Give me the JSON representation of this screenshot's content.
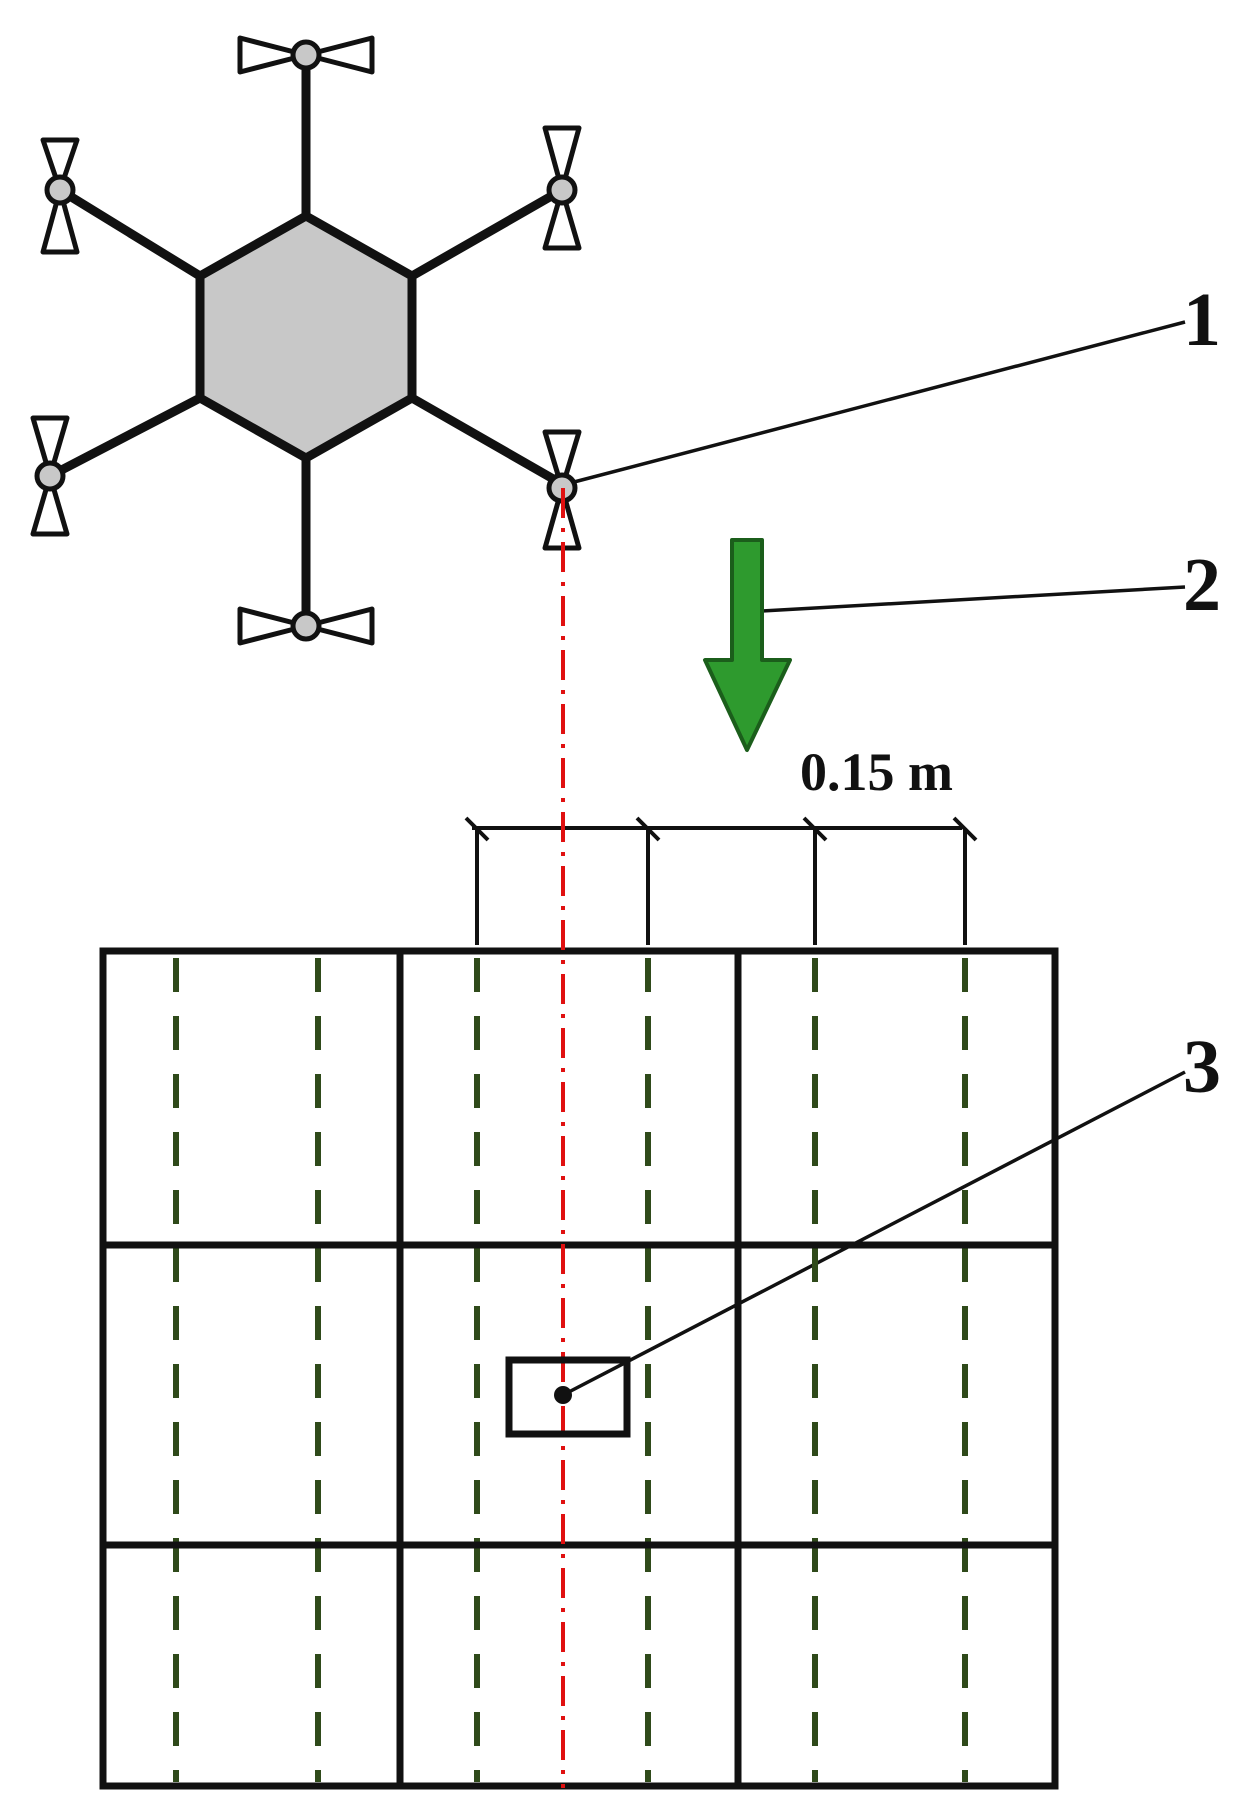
{
  "labels": {
    "rotor_callout": "1",
    "arrow_callout": "2",
    "target_callout": "3",
    "spacing_dimension": "0.15 m"
  },
  "colors": {
    "hub_fill": "#c8c8c8",
    "line": "#111111",
    "arrow_fill": "#2e9a2e",
    "arrow_stroke": "#1b5e1b",
    "dashed_lines": "#2f4a1a",
    "centerline": "#e01010"
  },
  "icons": {
    "drone": "hexacopter-icon",
    "direction": "down-arrow-icon"
  }
}
